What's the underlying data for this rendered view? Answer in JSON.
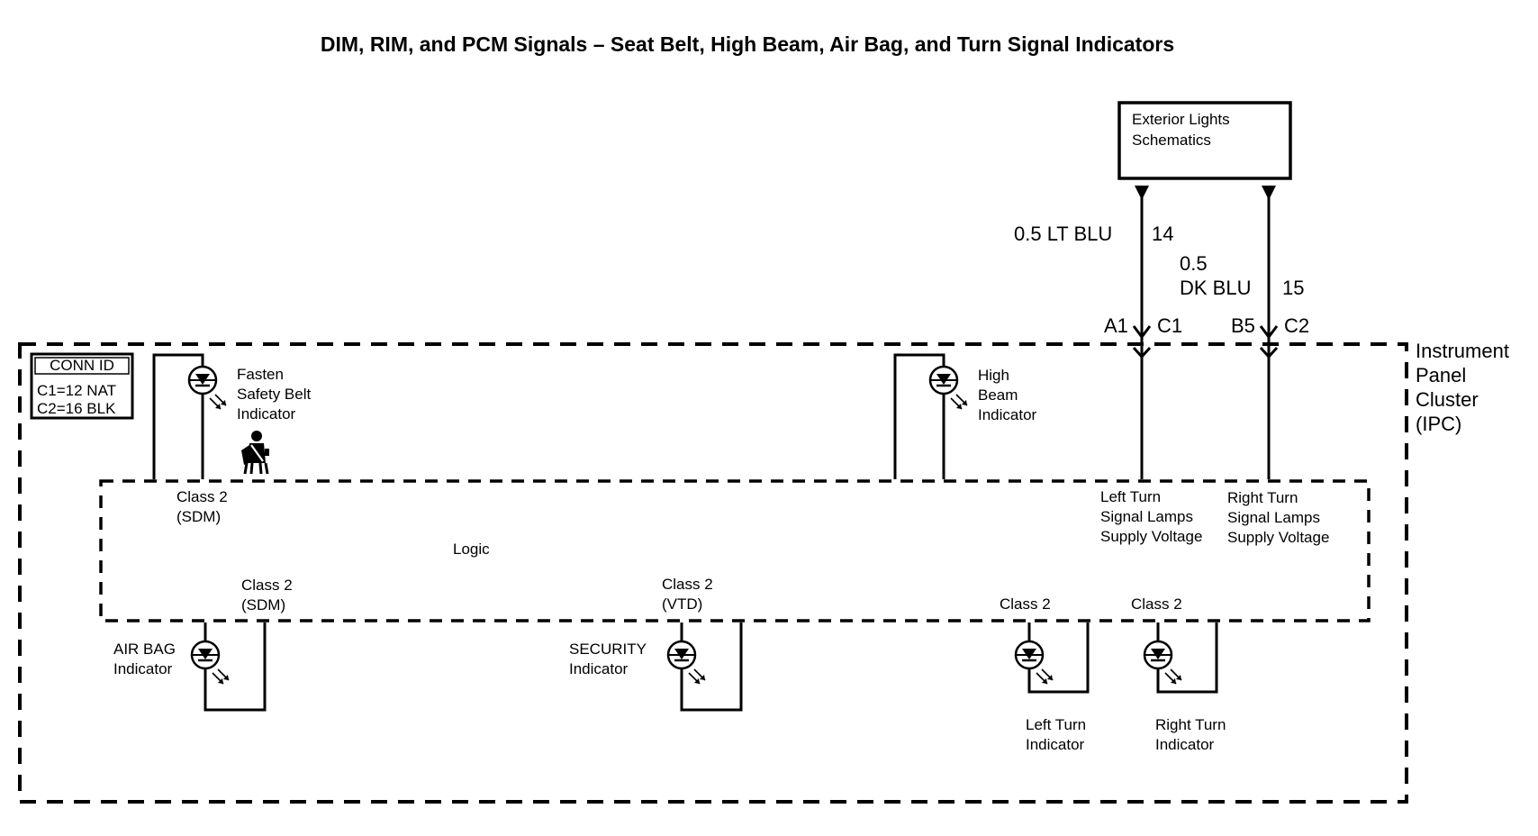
{
  "title": "DIM, RIM, and PCM Signals – Seat Belt, High Beam, Air Bag, and Turn Signal Indicators",
  "exterior_lights_box": {
    "line1": "Exterior Lights",
    "line2": "Schematics"
  },
  "wires": {
    "left": {
      "size_color": "0.5 LT BLU",
      "circuit": "14",
      "pin_left": "A1",
      "pin_right": "C1"
    },
    "right": {
      "size": "0.5",
      "color": "DK BLU",
      "circuit": "15",
      "pin_left": "B5",
      "pin_right": "C2"
    }
  },
  "ipc": {
    "line1": "Instrument",
    "line2": "Panel",
    "line3": "Cluster",
    "line4": "(IPC)"
  },
  "conn_id": {
    "header": "CONN ID",
    "c1": "C1=12 NAT",
    "c2": "C2=16 BLK"
  },
  "logic_label": "Logic",
  "indicators": {
    "seat_belt": {
      "line1": "Fasten",
      "line2": "Safety Belt",
      "line3": "Indicator",
      "class_line1": "Class 2",
      "class_line2": "(SDM)",
      "icon": "seatbelt-icon"
    },
    "high_beam": {
      "line1": "High",
      "line2": "Beam",
      "line3": "Indicator"
    },
    "left_turn_supply": {
      "line1": "Left Turn",
      "line2": "Signal Lamps",
      "line3": "Supply Voltage"
    },
    "right_turn_supply": {
      "line1": "Right Turn",
      "line2": "Signal Lamps",
      "line3": "Supply Voltage"
    },
    "air_bag": {
      "line1": "AIR BAG",
      "line2": "Indicator",
      "class_line1": "Class 2",
      "class_line2": "(SDM)"
    },
    "security": {
      "line1": "SECURITY",
      "line2": "Indicator",
      "class_line1": "Class 2",
      "class_line2": "(VTD)"
    },
    "left_turn": {
      "line1": "Left Turn",
      "line2": "Indicator",
      "class_line1": "Class 2"
    },
    "right_turn": {
      "line1": "Right Turn",
      "line2": "Indicator",
      "class_line1": "Class 2"
    }
  },
  "colors": {
    "ink": "#000000",
    "background": "#ffffff"
  }
}
